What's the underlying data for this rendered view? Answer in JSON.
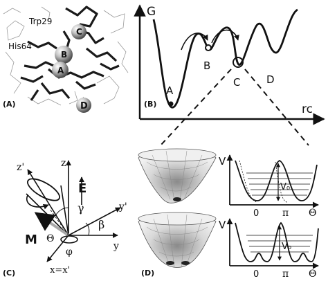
{
  "panels": {
    "a": {
      "label": "(A)",
      "residue_labels": [
        "Trp29",
        "His64"
      ],
      "site_labels": [
        "C",
        "B",
        "A",
        "D"
      ]
    },
    "b": {
      "label": "(B)",
      "y_axis": "G",
      "x_axis": "rc",
      "well_labels": [
        "A",
        "B",
        "C",
        "D"
      ]
    },
    "c": {
      "label": "(C)",
      "axes": [
        "z",
        "z'",
        "y'",
        "y",
        "x=x'"
      ],
      "angles": [
        "γ",
        "β",
        "φ",
        "Θ"
      ],
      "field_label": "E",
      "vector_label": "M"
    },
    "d": {
      "label": "(D)",
      "potential_top": {
        "y_axis": "V",
        "barrier": "V₀",
        "ticks": [
          "0",
          "π"
        ],
        "x_axis": "Θ"
      },
      "potential_bottom": {
        "y_axis": "V",
        "barrier": "V₀",
        "ticks": [
          "0",
          "π"
        ],
        "x_axis": "Θ"
      }
    }
  },
  "colors": {
    "ink": "#111111",
    "sphere": "#9a9a9a",
    "surface": "#cfcfcf"
  }
}
